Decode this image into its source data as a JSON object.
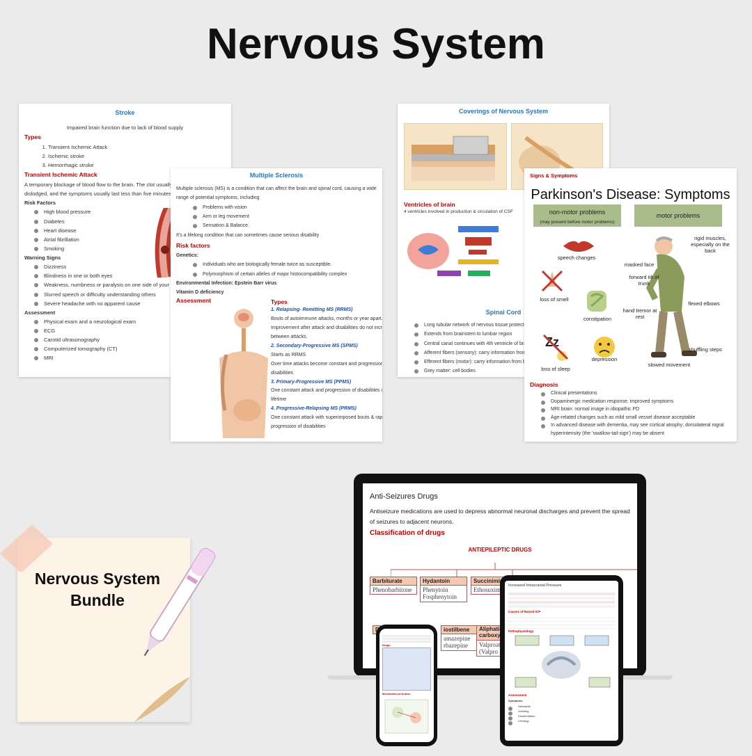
{
  "title": "Nervous System",
  "stroke": {
    "title": "Stroke",
    "intro": "Impaired brain function due to lack of blood supply",
    "types_heading": "Types",
    "types": [
      "Transient Ischemic Attack",
      "Ischemic stroke",
      "Hemorrhagic stroke"
    ],
    "tia_heading": "Transient Ischemic Attack",
    "tia_text_1": "A temporary blockage of blood flow to the brain. The clot usually di",
    "tia_text_2": "dislodged, and the symptoms usually last less than five minutes.",
    "risk_heading": "Risk Factors",
    "risks": [
      "High blood pressure",
      "Diabetes",
      "Heart disease",
      "Atrial fibrillation",
      "Smoking"
    ],
    "warning_heading": "Warning Signs",
    "warnings": [
      "Dizziness",
      "Blindness in one or both eyes",
      "Weakness, numbness or paralysis on one side of your bo",
      "Slurred speech or difficulty understanding others",
      "Severe headache with no apparent cause"
    ],
    "assessment_heading": "Assessment",
    "assessments": [
      "Physical exam and a neurological exam",
      "ECG",
      "Carotid ultrasonography",
      "Computerized tomography (CT)",
      "MRI"
    ]
  },
  "ms": {
    "title": "Multiple Sclerosis",
    "intro_1": "Multiple sclerosis (MS) is a condition that can affect the brain and spinal cord, causing a wide",
    "intro_2": "range of potential symptoms, including",
    "symptoms": [
      "Problems with vision",
      "Arm or leg movement",
      "Sensation & Balance."
    ],
    "lifelong": "It's a lifelong condition that can sometimes cause serious disability",
    "risk_heading": "Risk factors",
    "genetics_heading": "Genetics:",
    "genetics": [
      "Individuals who are biologically female twice as susceptible.",
      "Polymorphism of certain alleles of major histocompatibility complex"
    ],
    "env": "Environmental Infection: Epstein Barr virus",
    "vitd": "Vitamin D deficiency",
    "assessment_heading": "Assessment",
    "types_heading": "Types",
    "t1": "1. Relapsing- Remitting MS (RRMS)",
    "t1_a": "Bouts of autoimmune attacks, months or year apart.",
    "t1_b": "Improvement after attack and disabilities do not incre",
    "t1_c": "between attacks.",
    "t2": "2. Secondary-Progressive MS (SPMS)",
    "t2_a": "Starts as RRMS",
    "t2_b": "Over time attacks become constant and progression c",
    "t2_c": "disabilities",
    "t3": "3. Primary-Progressive MS (PPMS)",
    "t3_a": "One constant attack and progression of disabilities ov",
    "t3_b": "lifetime",
    "t4": "4. Progressive-Relapsing MS (PRMS)",
    "t4_a": "One constant attack with superimposed bouts & rapic",
    "t4_b": "progression of disabilities"
  },
  "coverings": {
    "title": "Coverings of Nervous System",
    "ventricles_heading": "Ventricles of brain",
    "ventricles_text": "4 ventricles involved in production & circulation of CSF",
    "spinal_title": "Spinal Cord",
    "spinal": [
      "Long tubular network of nervous tissue protected by",
      "Extends from brainstem to lumbar region",
      "Central canal continues with 4th ventricle of brain & c",
      "Afferent fibers (sensory): carry information from per",
      "Efferent fibers (motor): carry information from brain",
      "Grey matter: cell bodies"
    ]
  },
  "parkinsons": {
    "signs_heading": "Signs & Symptoms",
    "title": "Parkinson's Disease: Symptoms",
    "nonmotor": "non-motor problems",
    "nonmotor_sub": "(may present before motor problems)",
    "motor": "motor problems",
    "labels": [
      "speech changes",
      "loss of smell",
      "constipation",
      "loss of sleep",
      "depression",
      "rigid muscles, especially on the back",
      "masked face",
      "forward tilt of trunk",
      "hand tremor at rest",
      "flexed elbows",
      "shuffling steps",
      "slowed movement"
    ],
    "diagnosis_heading": "Diagnosis",
    "diagnosis": [
      "Clinical presentations",
      "Dopaminergic medication response: improved symptoms",
      "MRI brain: normal image in idiopathic PD",
      "Age-related changes such as mild small vessel disease acceptable",
      "In advanced disease with dementia, may see cortical atrophy; dorsolateral nigral hyperintensity (the 'swallow-tail-sign') may be absent"
    ]
  },
  "bundle": {
    "line1": "Nervous System",
    "line2": "Bundle"
  },
  "laptop": {
    "title": "Anti-Seizures Drugs",
    "text": "Antiseizure medications are used to depress abnormal neuronal discharges and prevent the spread of seizures to adjacent neurons.",
    "classification": "Classification of drugs",
    "antiepileptic": "ANTIEPILEPTIC DRUGS",
    "columns": [
      {
        "head": "Barbiturate",
        "cells": [
          "Phenobarbitone"
        ]
      },
      {
        "head": "Hydantoin",
        "cells": [
          "Phenytoin",
          "Fosphenytoin"
        ]
      },
      {
        "head": "Succinimide",
        "cells": [
          "Ethosuximid"
        ]
      }
    ],
    "row2": [
      {
        "head": "D",
        "cells": []
      },
      {
        "head": "iostilbene",
        "cells": [
          "amazepine",
          "rbazepine"
        ]
      },
      {
        "head": "Aliphatic carboxyli",
        "cells": [
          "Valproat",
          "(Valpro"
        ]
      }
    ]
  },
  "tablet": {
    "title": "Increased Intracranial Pressure",
    "causes_heading": "Causes of Raised ICP",
    "patho_heading": "Pathophysiology",
    "assessment_heading": "Assessment",
    "symptoms_heading": "Symptoms",
    "symptoms": [
      "Headache",
      "Vomiting",
      "Disorientation",
      "Lethargy"
    ]
  },
  "phone": {
    "drugs_heading": "Drugs",
    "moa_heading": "Mechanism of Action"
  },
  "colors": {
    "accent_blue": "#2e75b6",
    "heading_red": "#c00000",
    "pk_green": "#a9bd8c",
    "note": "#fdf3e6"
  }
}
